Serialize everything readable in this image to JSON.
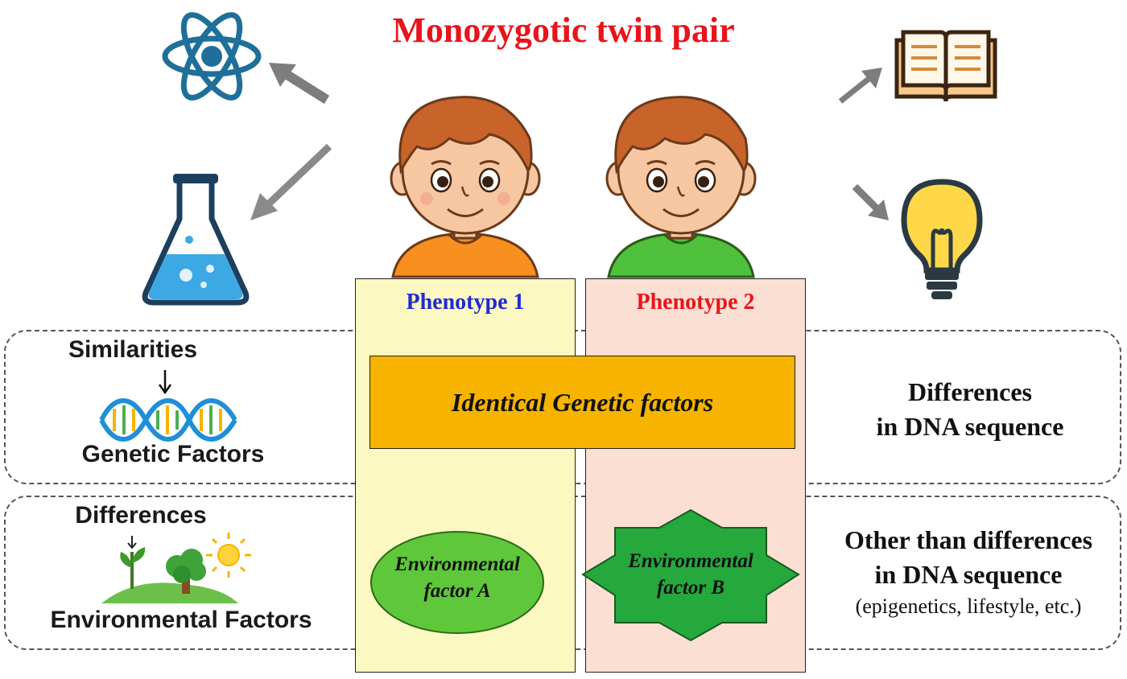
{
  "title": "Monozygotic twin pair",
  "phenotypes": [
    "Phenotype 1",
    "Phenotype 2"
  ],
  "genetic_row": {
    "heading": "Similarities",
    "caption": "Genetic Factors",
    "box_text": "Identical Genetic factors",
    "right_text": [
      "Differences",
      "in DNA sequence"
    ]
  },
  "environment_row": {
    "heading": "Differences",
    "caption": "Environmental Factors",
    "factor_a": [
      "Environmental",
      "factor A"
    ],
    "factor_b": [
      "Environmental",
      "factor B"
    ],
    "right_text": [
      "Other than differences",
      "in DNA sequence"
    ],
    "right_note": "(epigenetics, lifestyle, etc.)"
  },
  "colors": {
    "title": "#e8141b",
    "phenotype1_text": "#1f2bd0",
    "phenotype2_text": "#e8141b",
    "phenotype1_bg": "#fbf8c2",
    "phenotype2_bg": "#fbdfd2",
    "gene_box": "#f6b400",
    "factor_a": "#5fc83a",
    "factor_b": "#25a83c"
  },
  "icons": [
    "atom-icon",
    "flask-icon",
    "book-icon",
    "light-bulb-icon",
    "dna-icon",
    "plant-tree-sun-icon",
    "boy-orange-shirt",
    "boy-green-shirt"
  ]
}
